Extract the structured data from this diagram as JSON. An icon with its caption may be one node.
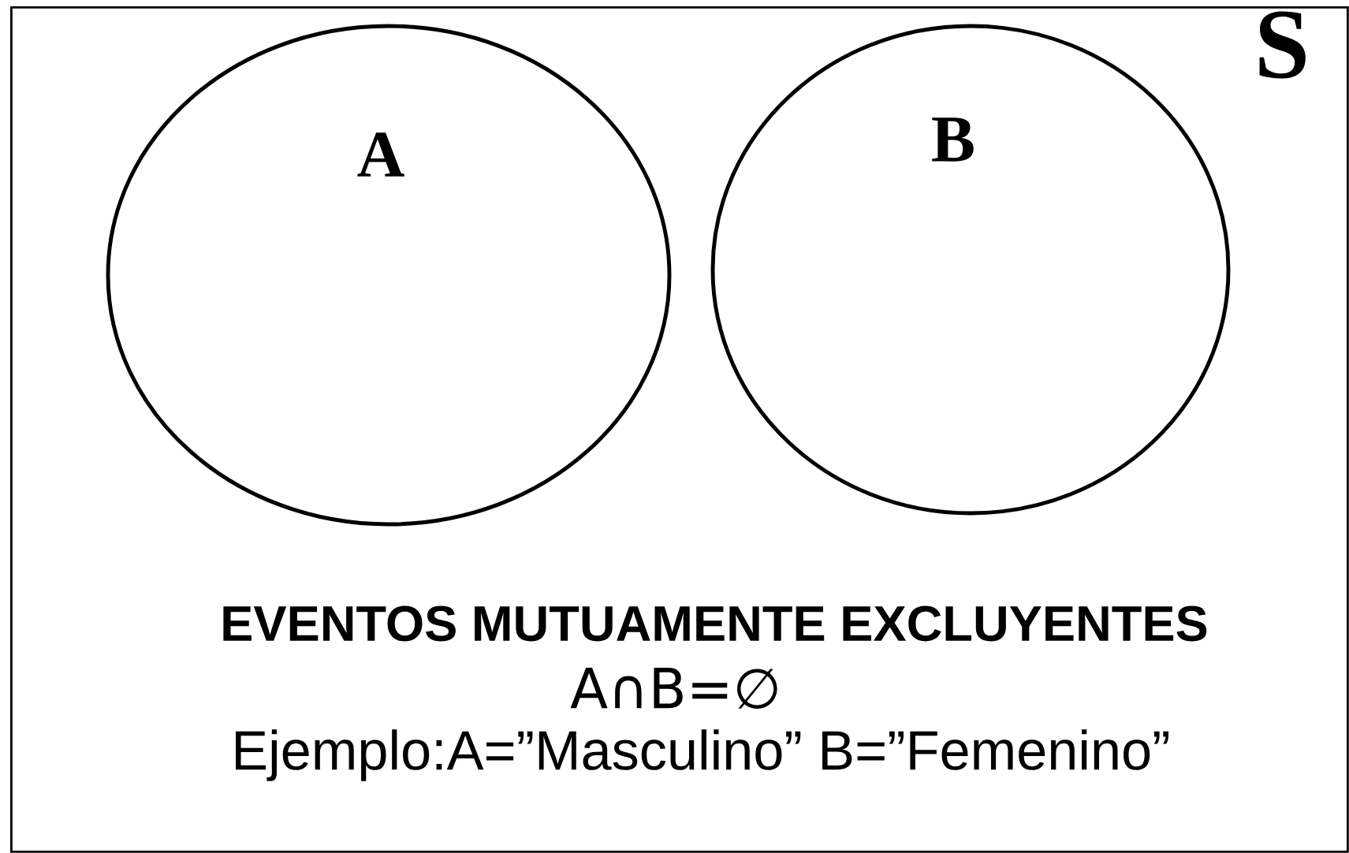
{
  "diagram": {
    "title": "EVENTOS MUTUAMENTE EXCLUYENTES",
    "nodes": [
      {
        "text": [
          "S"
        ]
      },
      {
        "text": [
          "A"
        ],
        "in": 0
      },
      {
        "text": [
          "B"
        ],
        "in": 0
      }
    ],
    "labels": [
      "A∩B=∅",
      "Ejemplo:A=”Masculino”  B=”Femenino”"
    ]
  }
}
